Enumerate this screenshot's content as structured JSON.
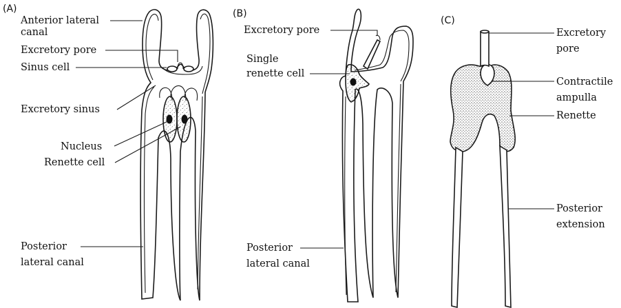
{
  "panels": {
    "a": {
      "letter": "(A)",
      "anterior_lateral_canal": [
        "Anterior lateral",
        "canal"
      ],
      "excretory_pore": "Excretory pore",
      "sinus_cell": "Sinus cell",
      "excretory_sinus": "Excretory sinus",
      "nucleus": "Nucleus",
      "renette_cell": "Renette cell",
      "posterior_lateral_canal": [
        "Posterior",
        "lateral canal"
      ]
    },
    "b": {
      "letter": "(B)",
      "excretory_pore": "Excretory pore",
      "single_renette_cell": [
        "Single",
        "renette cell"
      ],
      "posterior_lateral_canal": [
        "Posterior",
        "lateral canal"
      ]
    },
    "c": {
      "letter": "(C)",
      "excretory_pore": [
        "Excretory",
        "pore"
      ],
      "contractile_ampulla": [
        "Contractile",
        "ampulla"
      ],
      "renette": "Renette",
      "posterior_extension": [
        "Posterior",
        "extension"
      ]
    }
  },
  "colors": {
    "ink": "#1a1a1a",
    "background": "#ffffff"
  }
}
